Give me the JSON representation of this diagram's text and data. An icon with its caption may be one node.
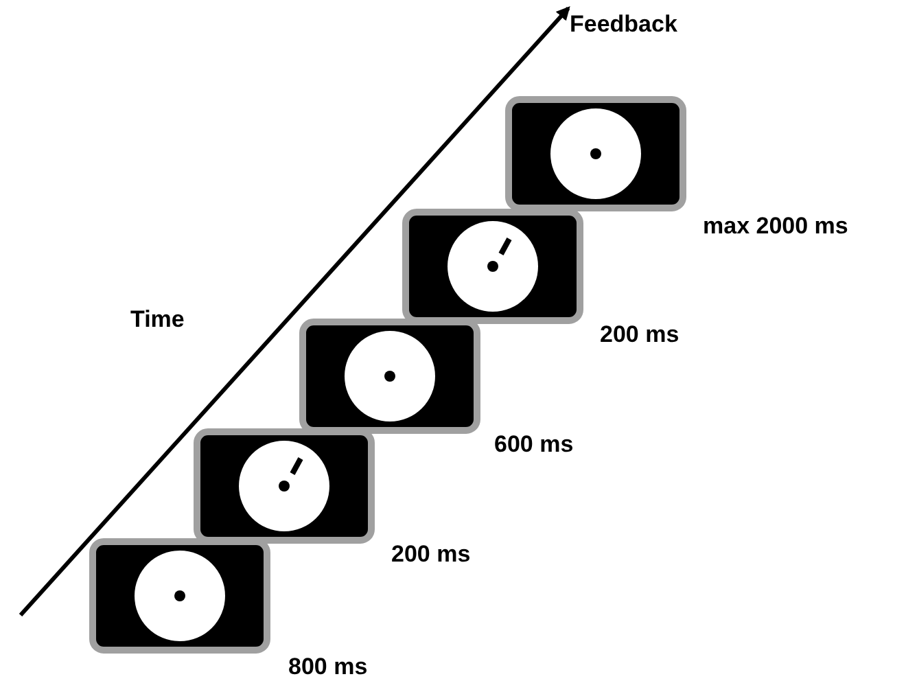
{
  "diagram": {
    "nodes": [
      {
        "text": [],
        "shape": "picture",
        "beside": [
          "800 ms"
        ]
      },
      {
        "text": [],
        "shape": "picture",
        "beside": [
          "200 ms"
        ]
      },
      {
        "text": [],
        "shape": "picture",
        "beside": [
          "600 ms"
        ]
      },
      {
        "text": [],
        "shape": "picture",
        "beside": [
          "200 ms"
        ]
      },
      {
        "text": [],
        "shape": "picture",
        "beside": [
          "max 2000 ms"
        ]
      }
    ],
    "edges": [],
    "labels": [
      "Feedback",
      "Time"
    ]
  }
}
